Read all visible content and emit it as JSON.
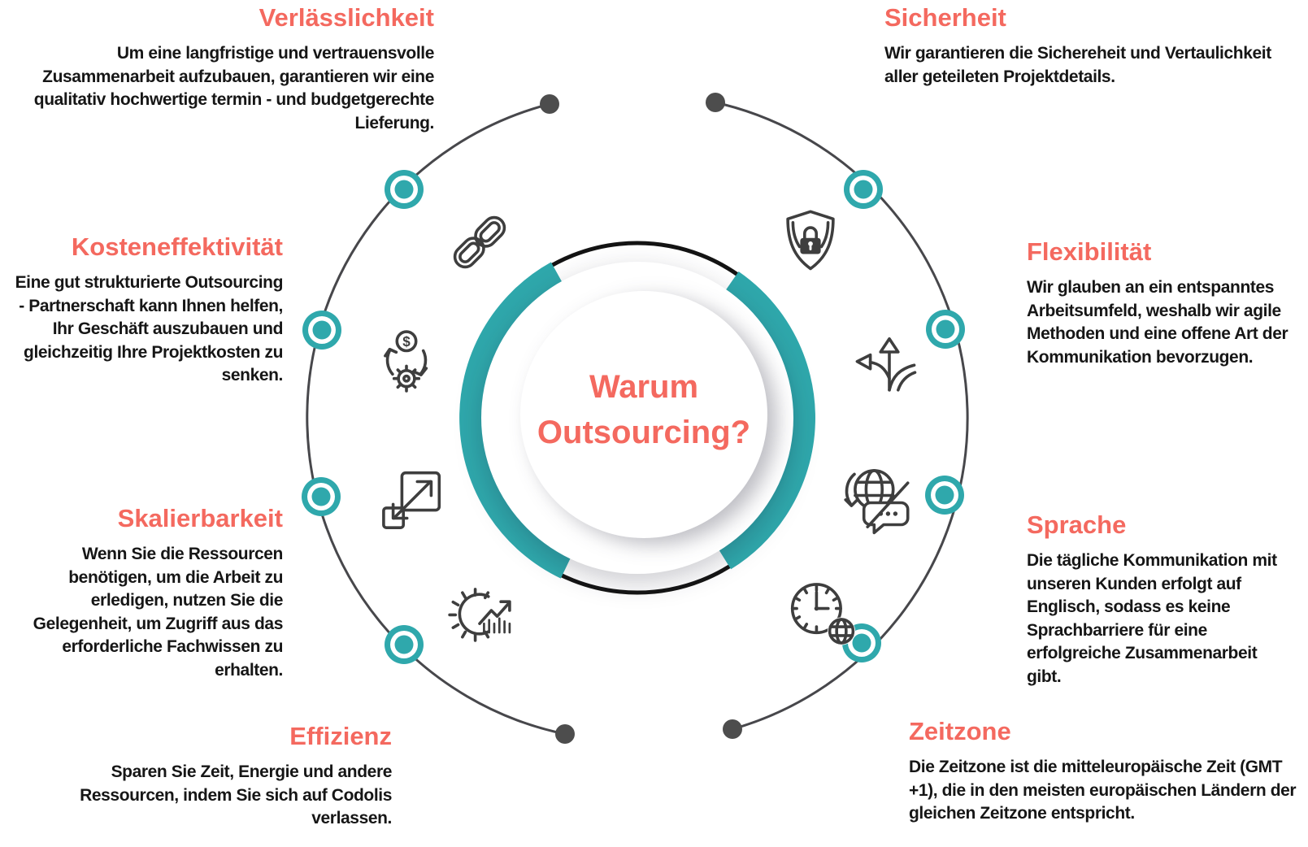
{
  "center": {
    "title": "Warum Outsourcing?"
  },
  "colors": {
    "accent_coral": "#F4695F",
    "teal": "#2FA8AC",
    "icon_gray": "#3E3E3E",
    "text_dark": "#161616"
  },
  "sections": [
    {
      "id": "verlaesslichkeit",
      "title": "Verlässlichkeit",
      "body": "Um eine langfristige und vertrauensvolle Zusammenarbeit aufzubauen, garantieren wir eine qualitativ hochwertige termin - und budgetgerechte Lieferung.",
      "icon": "chain-link-icon"
    },
    {
      "id": "sicherheit",
      "title": "Sicherheit",
      "body": "Wir garantieren die Sichereheit und Vertaulichkeit aller geteileten Projektdetails.",
      "icon": "shield-lock-icon"
    },
    {
      "id": "kosteneffektivitaet",
      "title": "Kosteneffektivität",
      "body": "Eine gut strukturierte Outsourcing - Partnerschaft kann Ihnen helfen, Ihr Geschäft auszubauen und gleichzeitig Ihre Projektkosten zu senken.",
      "icon": "dollar-cycle-gear-icon"
    },
    {
      "id": "flexibilitaet",
      "title": "Flexibilität",
      "body": "Wir glauben an ein entspanntes Arbeitsumfeld, weshalb wir agile Methoden und eine offene Art der Kommunikation bevorzugen.",
      "icon": "three-way-arrows-icon"
    },
    {
      "id": "skalierbarkeit",
      "title": "Skalierbarkeit",
      "body": "Wenn Sie die Ressourcen benötigen, um die Arbeit zu erledigen, nutzen Sie die Gelegenheit, um Zugriff aus das erforderliche Fachwissen zu erhalten.",
      "icon": "expand-squares-icon"
    },
    {
      "id": "sprache",
      "title": "Sprache",
      "body": "Die tägliche Kommunikation mit unseren Kunden erfolgt auf Englisch, sodass es keine Sprachbarriere für eine erfolgreiche Zusammenarbeit gibt.",
      "icon": "globe-chat-icon"
    },
    {
      "id": "effizienz",
      "title": "Effizienz",
      "body": "Sparen Sie Zeit, Energie und andere Ressourcen, indem Sie sich auf Codolis verlassen.",
      "icon": "gear-chart-icon"
    },
    {
      "id": "zeitzone",
      "title": "Zeitzone",
      "body": "Die Zeitzone ist die mitteleuropäische Zeit (GMT +1), die in den meisten europäischen Ländern der gleichen Zeitzone entspricht.",
      "icon": "clock-globe-icon"
    }
  ]
}
